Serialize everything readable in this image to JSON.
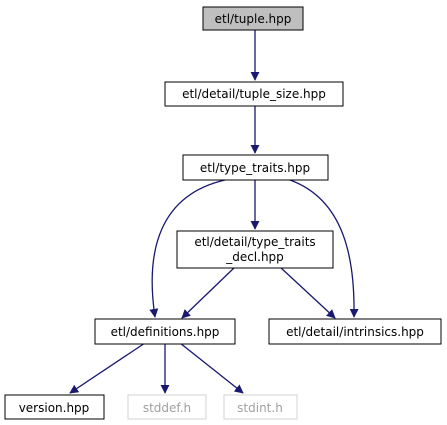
{
  "nodes": {
    "tuple": {
      "label": "etl/tuple.hpp"
    },
    "tuple_size": {
      "label": "etl/detail/tuple_size.hpp"
    },
    "type_traits": {
      "label": "etl/type_traits.hpp"
    },
    "type_traits_decl_line1": {
      "label": "etl/detail/type_traits"
    },
    "type_traits_decl_line2": {
      "label": "_decl.hpp"
    },
    "definitions": {
      "label": "etl/definitions.hpp"
    },
    "intrinsics": {
      "label": "etl/detail/intrinsics.hpp"
    },
    "version": {
      "label": "version.hpp"
    },
    "stddef": {
      "label": "stddef.h"
    },
    "stdint": {
      "label": "stdint.h"
    }
  },
  "colors": {
    "edge": "#191970",
    "root_fill": "#bfbfbf",
    "node_border": "#000000",
    "missing_border": "#d3d3d3",
    "missing_text": "#a0a0a0"
  }
}
